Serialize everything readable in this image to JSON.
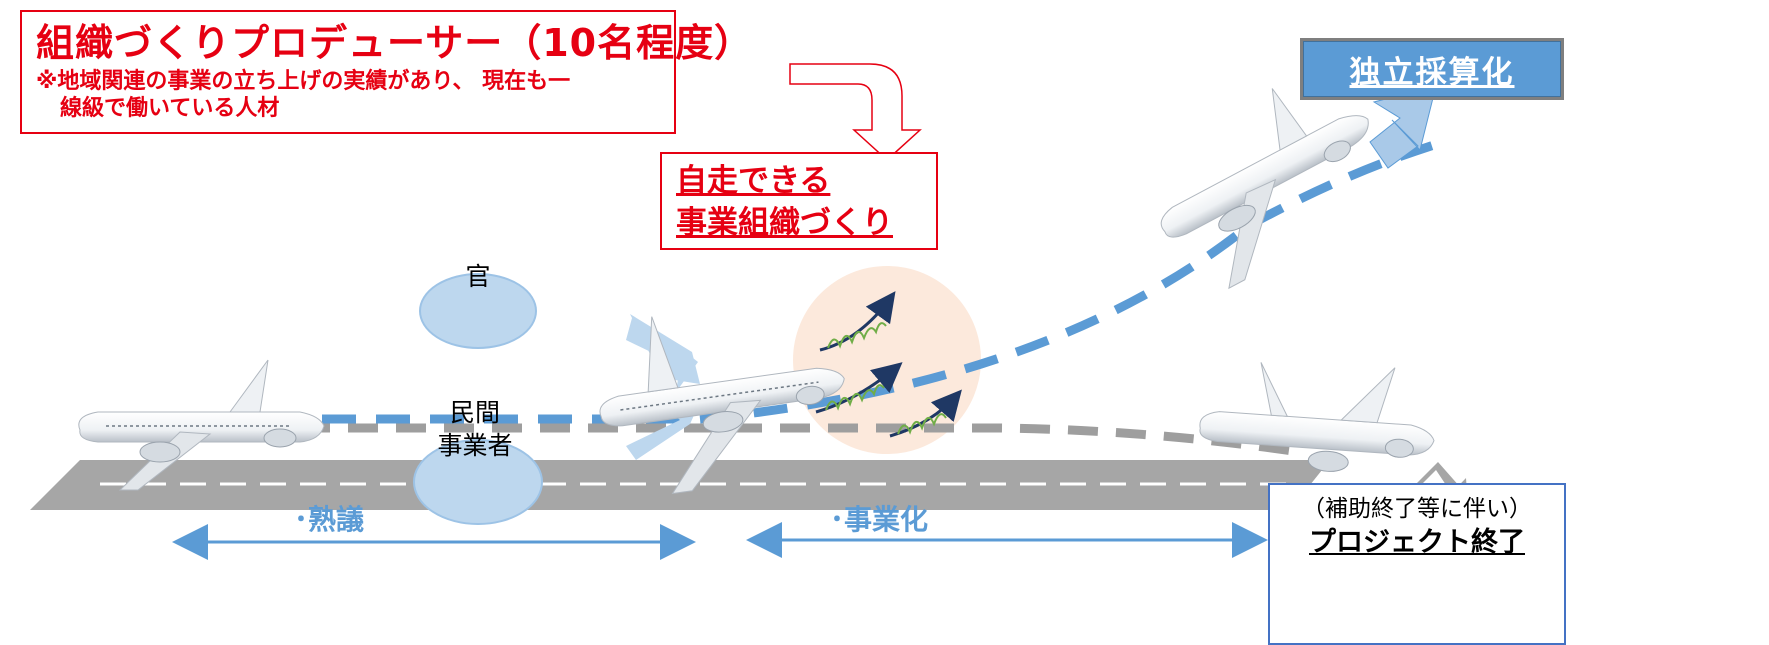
{
  "producer": {
    "title": "組織づくりプロデューサー（10名程度）",
    "note_line1": "※地域関連の事業の立ち上げの実績があり、 現在も一",
    "note_line2": "線級で働いている人材"
  },
  "self_run": {
    "line1": "自走できる",
    "line2": "事業組織づくり"
  },
  "independent": {
    "label": "独立採算化"
  },
  "project_end": {
    "sub": "（補助終了等に伴い）",
    "main": "プロジェクト終了"
  },
  "actors": {
    "government": "官",
    "private_line1": "民間",
    "private_line2": "事業者"
  },
  "phases": {
    "deliberation": "･熟議",
    "commercialization": "･事業化"
  },
  "colors": {
    "accent_red": "#e60012",
    "accent_blue": "#5b9bd5",
    "light_blue": "#bdd7ee",
    "runway_gray": "#a6a6a6",
    "growth_circle": "#fbe5d6"
  }
}
